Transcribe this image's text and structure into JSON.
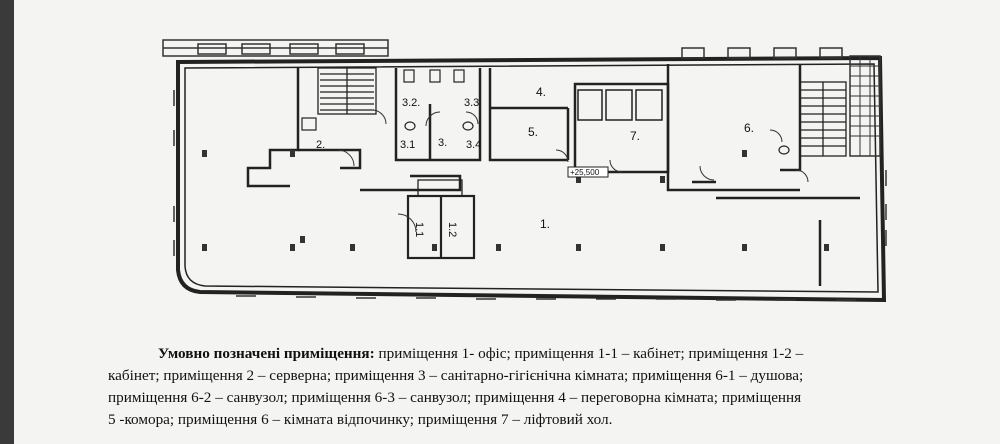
{
  "plan": {
    "rooms": [
      {
        "id": "1",
        "label": "1."
      },
      {
        "id": "1-1",
        "label": "1.1"
      },
      {
        "id": "1-2",
        "label": "1.2"
      },
      {
        "id": "2",
        "label": "2."
      },
      {
        "id": "3",
        "label": "3."
      },
      {
        "id": "3-1",
        "label": "3.1"
      },
      {
        "id": "3-2",
        "label": "3.2."
      },
      {
        "id": "3-3",
        "label": "3.3"
      },
      {
        "id": "3-4",
        "label": "3.4"
      },
      {
        "id": "4",
        "label": "4."
      },
      {
        "id": "5",
        "label": "5."
      },
      {
        "id": "6",
        "label": "6."
      },
      {
        "id": "7",
        "label": "7."
      }
    ],
    "elevation_mark": "+25,500"
  },
  "legend": {
    "heading": "Умовно позначені приміщення:",
    "line1": " приміщення 1- офіс; приміщення 1-1 – кабінет; приміщення 1-2 –",
    "line2": "кабінет; приміщення 2 – серверна; приміщення 3 – санітарно-гігієнічна кімната; приміщення 6-1 – душова;",
    "line3": "приміщення 6-2 – санвузол; приміщення 6-3 – санвузол; приміщення 4 – переговорна кімната; приміщення",
    "line4": "5 -комора; приміщення 6 – кімната відпочинку; приміщення 7 – ліфтовий хол."
  }
}
